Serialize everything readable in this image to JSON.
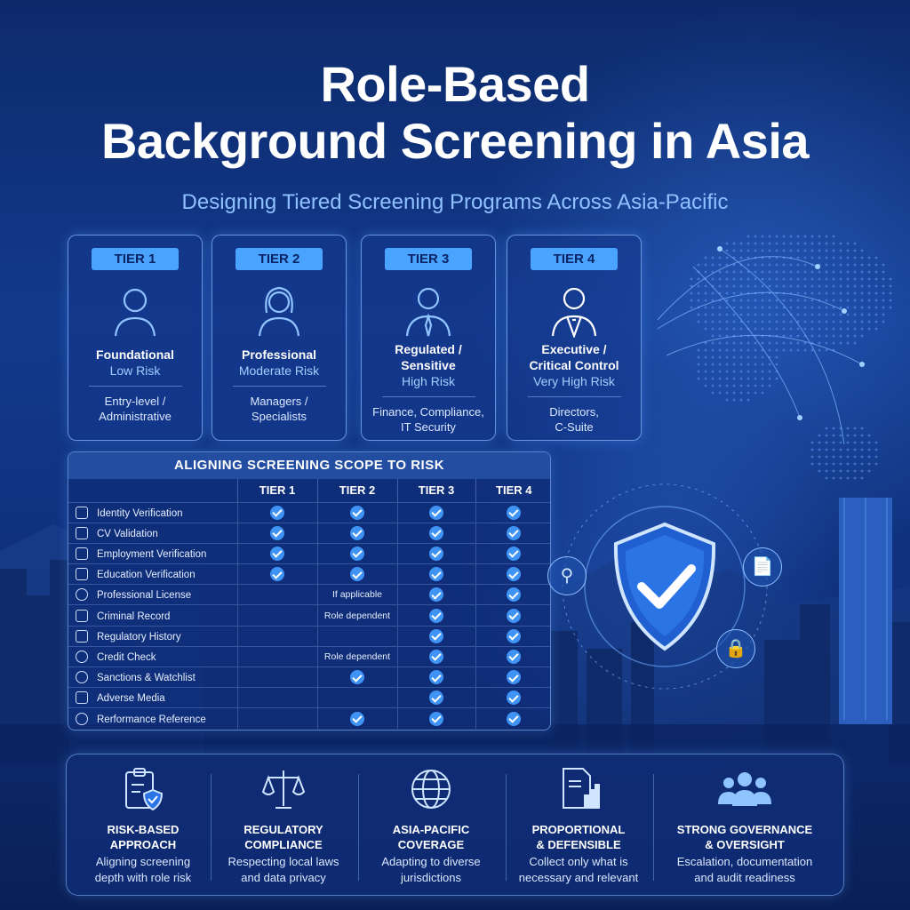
{
  "header": {
    "title_line1": "Role-Based",
    "title_line2": "Background Screening in Asia",
    "subtitle": "Designing Tiered Screening Programs Across Asia-Pacific"
  },
  "tiers": [
    {
      "badge": "TIER 1",
      "name_line1": "Foundational",
      "name_line2": "",
      "risk": "Low Risk",
      "desc_line1": "Entry-level /",
      "desc_line2": "Administrative",
      "icon": "person-icon"
    },
    {
      "badge": "TIER 2",
      "name_line1": "Professional",
      "name_line2": "",
      "risk": "Moderate Risk",
      "desc_line1": "Managers /",
      "desc_line2": "Specialists",
      "icon": "woman-icon"
    },
    {
      "badge": "TIER 3",
      "name_line1": "Regulated /",
      "name_line2": "Sensitive",
      "risk": "High Risk",
      "desc_line1": "Finance, Compliance,",
      "desc_line2": "IT Security",
      "icon": "businessman-icon"
    },
    {
      "badge": "TIER 4",
      "name_line1": "Executive /",
      "name_line2": "Critical Control",
      "risk": "Very High Risk",
      "desc_line1": "Directors,",
      "desc_line2": "C-Suite",
      "icon": "executive-icon"
    }
  ],
  "matrix": {
    "title": "ALIGNING SCREENING SCOPE TO RISK",
    "columns": [
      "",
      "TIER 1",
      "TIER 2",
      "TIER 3",
      "TIER 4"
    ],
    "rows": [
      {
        "label": "Identity Verification",
        "icon": "id-card-icon",
        "cells": [
          "check",
          "check",
          "check",
          "check"
        ]
      },
      {
        "label": "CV Validation",
        "icon": "document-icon",
        "cells": [
          "check",
          "check",
          "check",
          "check"
        ]
      },
      {
        "label": "Employment Verification",
        "icon": "briefcase-icon",
        "cells": [
          "check",
          "check",
          "check",
          "check"
        ]
      },
      {
        "label": "Education Verification",
        "icon": "graduation-cap-icon",
        "cells": [
          "check",
          "check",
          "check",
          "check"
        ]
      },
      {
        "label": "Professional License",
        "icon": "badge-icon",
        "cells": [
          "",
          "If applicable",
          "check",
          "check"
        ]
      },
      {
        "label": "Criminal Record",
        "icon": "gavel-icon",
        "cells": [
          "",
          "Role dependent",
          "check",
          "check"
        ]
      },
      {
        "label": "Regulatory History",
        "icon": "institution-icon",
        "cells": [
          "",
          "",
          "check",
          "check"
        ]
      },
      {
        "label": "Credit Check",
        "icon": "dollar-icon",
        "cells": [
          "",
          "Role dependent",
          "check",
          "check"
        ]
      },
      {
        "label": "Sanctions & Watchlist",
        "icon": "shield-icon",
        "cells": [
          "",
          "check",
          "check",
          "check"
        ]
      },
      {
        "label": "Adverse Media",
        "icon": "megaphone-icon",
        "cells": [
          "",
          "",
          "check",
          "check"
        ]
      },
      {
        "label": "Rerformance Reference",
        "icon": "people-icon",
        "cells": [
          "",
          "check",
          "check",
          "check"
        ]
      }
    ]
  },
  "features": [
    {
      "title_line1": "RISK-BASED",
      "title_line2": "APPROACH",
      "desc_line1": "Aligning screening",
      "desc_line2": "depth with role risk",
      "icon": "clipboard-shield-icon"
    },
    {
      "title_line1": "REGULATORY",
      "title_line2": "COMPLIANCE",
      "desc_line1": "Respecting local laws",
      "desc_line2": "and data privacy",
      "icon": "scales-icon"
    },
    {
      "title_line1": "ASIA-PACIFIC",
      "title_line2": "COVERAGE",
      "desc_line1": "Adapting to diverse",
      "desc_line2": "jurisdictions",
      "icon": "globe-icon"
    },
    {
      "title_line1": "PROPORTIONAL",
      "title_line2": "& DEFENSIBLE",
      "desc_line1": "Collect only what is",
      "desc_line2": "necessary and relevant",
      "icon": "report-chart-icon"
    },
    {
      "title_line1": "STRONG GOVERNANCE",
      "title_line2": "& OVERSIGHT",
      "desc_line1": "Escalation, documentation",
      "desc_line2": "and audit readiness",
      "icon": "group-icon"
    }
  ],
  "colors": {
    "background": "#0f2f78",
    "accent": "#4aa3ff",
    "check": "#3f93f5",
    "risk_text": "#9fd0ff"
  }
}
